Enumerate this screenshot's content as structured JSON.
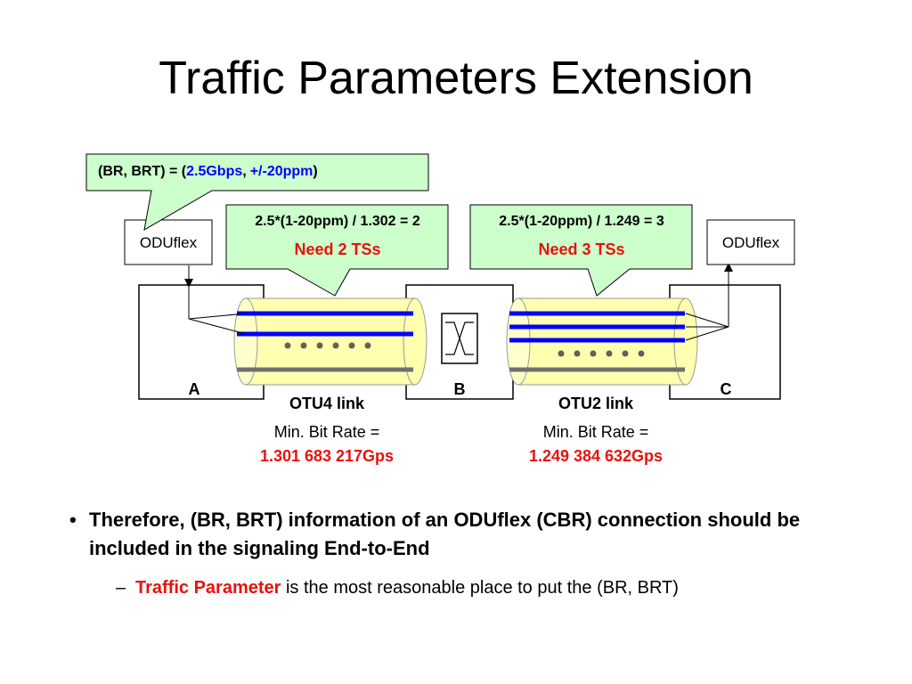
{
  "title": "Traffic Parameters Extension",
  "callout_top": {
    "prefix": "(BR, BRT) = (",
    "rate": "2.5Gbps",
    "sep": ",",
    "ppm": "+/-20ppm",
    "suffix": ")"
  },
  "callout_left": {
    "formula": "2.5*(1-20ppm) / 1.302  = 2",
    "need": "Need 2 TSs"
  },
  "callout_right": {
    "formula": "2.5*(1-20ppm) / 1.249  = 3",
    "need": "Need 3 TSs"
  },
  "oduflex_left": "ODUflex",
  "oduflex_right": "ODUflex",
  "nodes": {
    "a": "A",
    "b": "B",
    "c": "C"
  },
  "link_left": {
    "name": "OTU4 link",
    "rate_label": "Min. Bit Rate =",
    "rate_value": "1.301 683 217Gps"
  },
  "link_right": {
    "name": "OTU2 link",
    "rate_label": "Min. Bit Rate =",
    "rate_value": "1.249 384 632Gps"
  },
  "bullet1": "Therefore, (BR, BRT) information of an ODUflex (CBR) connection should be included in the signaling End-to-End",
  "bullet2": {
    "highlight": "Traffic Parameter",
    "rest": " is the most reasonable place to put the (BR, BRT)"
  },
  "colors": {
    "callout_fill": "#ccffcc",
    "blue_text": "#0000ff",
    "red_text": "#e8120c",
    "tube_fill": "#ffffb0",
    "channel_blue": "#0000ff",
    "channel_gray": "#707070"
  }
}
